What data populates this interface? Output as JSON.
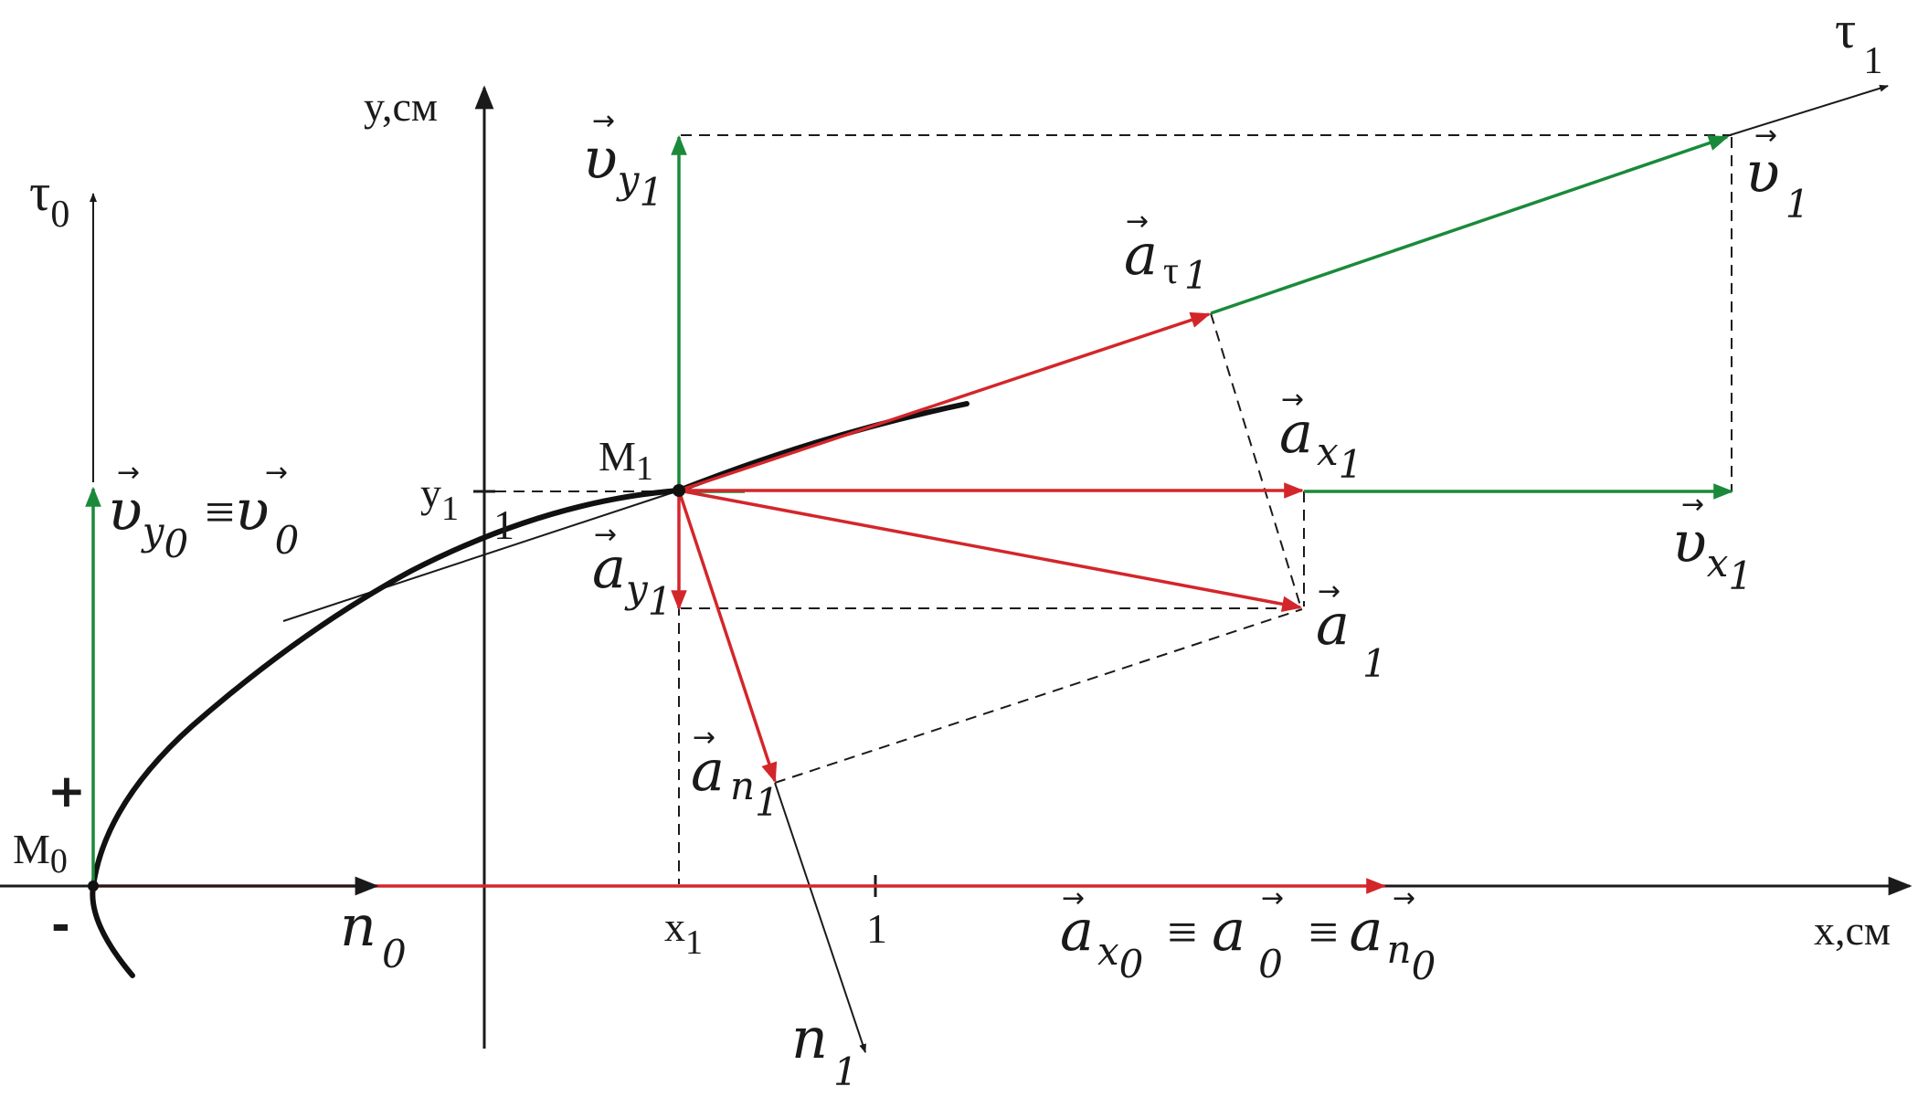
{
  "colors": {
    "axis": "#1a1a1a",
    "velocity": "#1a8a3a",
    "acceleration": "#d3262b",
    "guide": "#1a1a1a"
  },
  "axes": {
    "x_label": "x,см",
    "y_label": "y,см",
    "x_tick": "1",
    "y_tick": "1",
    "x1_main": "x",
    "x1_sub": "1",
    "y1_main": "y",
    "y1_sub": "1"
  },
  "points": {
    "m0_main": "M",
    "m0_sub": "0",
    "m1_main": "M",
    "m1_sub": "1"
  },
  "signs": {
    "plus": "+",
    "minus": "-"
  },
  "directions": {
    "tau0_main": "τ",
    "tau0_sub": "0",
    "tau1_main": "τ",
    "tau1_sub": "1",
    "n0_main": "n",
    "n0_sub": "0",
    "n1_main": "n",
    "n1_sub": "1"
  },
  "labels": {
    "v_y0_main": "υ",
    "v_y0_sub": "y",
    "v_y0_subsub": "0",
    "equiv": "≡",
    "v0_main": "υ",
    "v0_sub": "0",
    "v_y1_main": "υ",
    "v_y1_sub": "y",
    "v_y1_subsub": "1",
    "v1_main": "υ",
    "v1_sub": "1",
    "v_x1_main": "υ",
    "v_x1_sub": "x",
    "v_x1_subsub": "1",
    "a_tau1_main": "a",
    "a_tau1_sub": "τ",
    "a_tau1_subsub": "1",
    "a_x1_main": "a",
    "a_x1_sub": "x",
    "a_x1_subsub": "1",
    "a_y1_main": "a",
    "a_y1_sub": "y",
    "a_y1_subsub": "1",
    "a1_main": "a",
    "a1_sub": "1",
    "a_n1_main": "a",
    "a_n1_sub": "n",
    "a_n1_subsub": "1",
    "a_x0_main": "a",
    "a_x0_sub": "x",
    "a_x0_subsub": "0",
    "a0_main": "a",
    "a0_sub": "0",
    "a_n0_main": "a",
    "a_n0_sub": "n",
    "a_n0_subsub": "0"
  }
}
